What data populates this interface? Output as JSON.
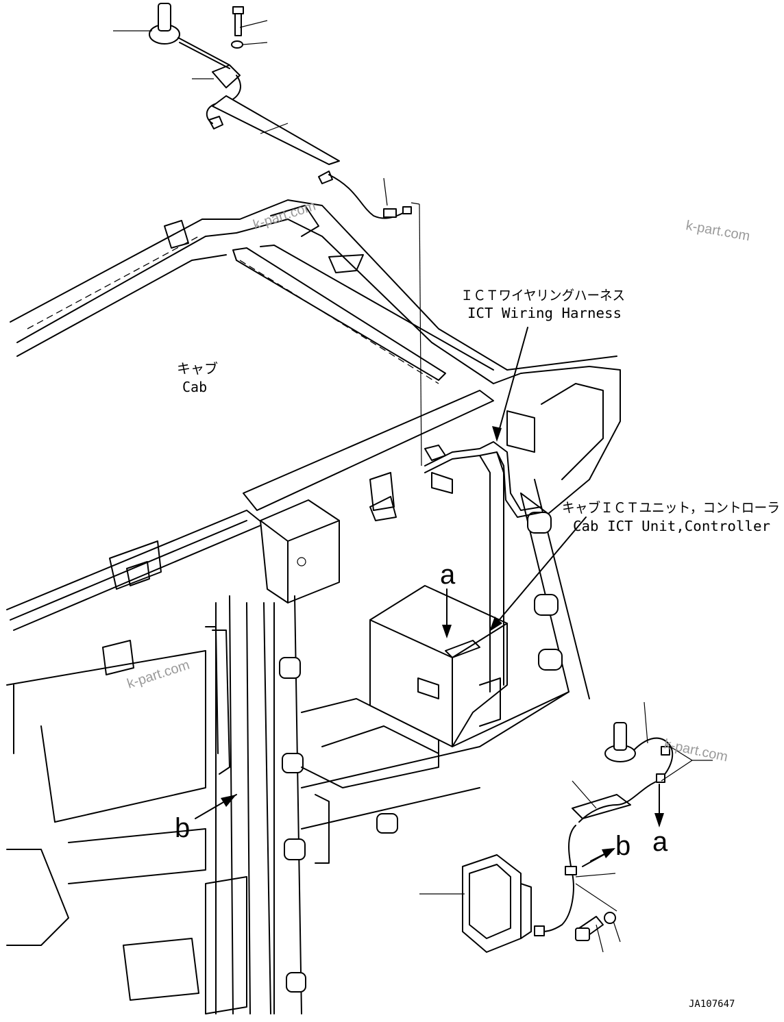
{
  "labels": {
    "cab_jp": "キャブ",
    "cab_en": "Cab",
    "harness_jp": "ＩＣＴワイヤリングハーネス",
    "harness_en": "ICT Wiring Harness",
    "unit_jp": "キャブＩＣＴユニット，コントローラ",
    "unit_en": "Cab ICT Unit,Controller",
    "view_a": "a",
    "view_b": "b",
    "drawing_code": "JA107647"
  },
  "watermarks": [
    "k-part.com",
    "k-part.com",
    "k-part.com",
    "k-part.com"
  ]
}
